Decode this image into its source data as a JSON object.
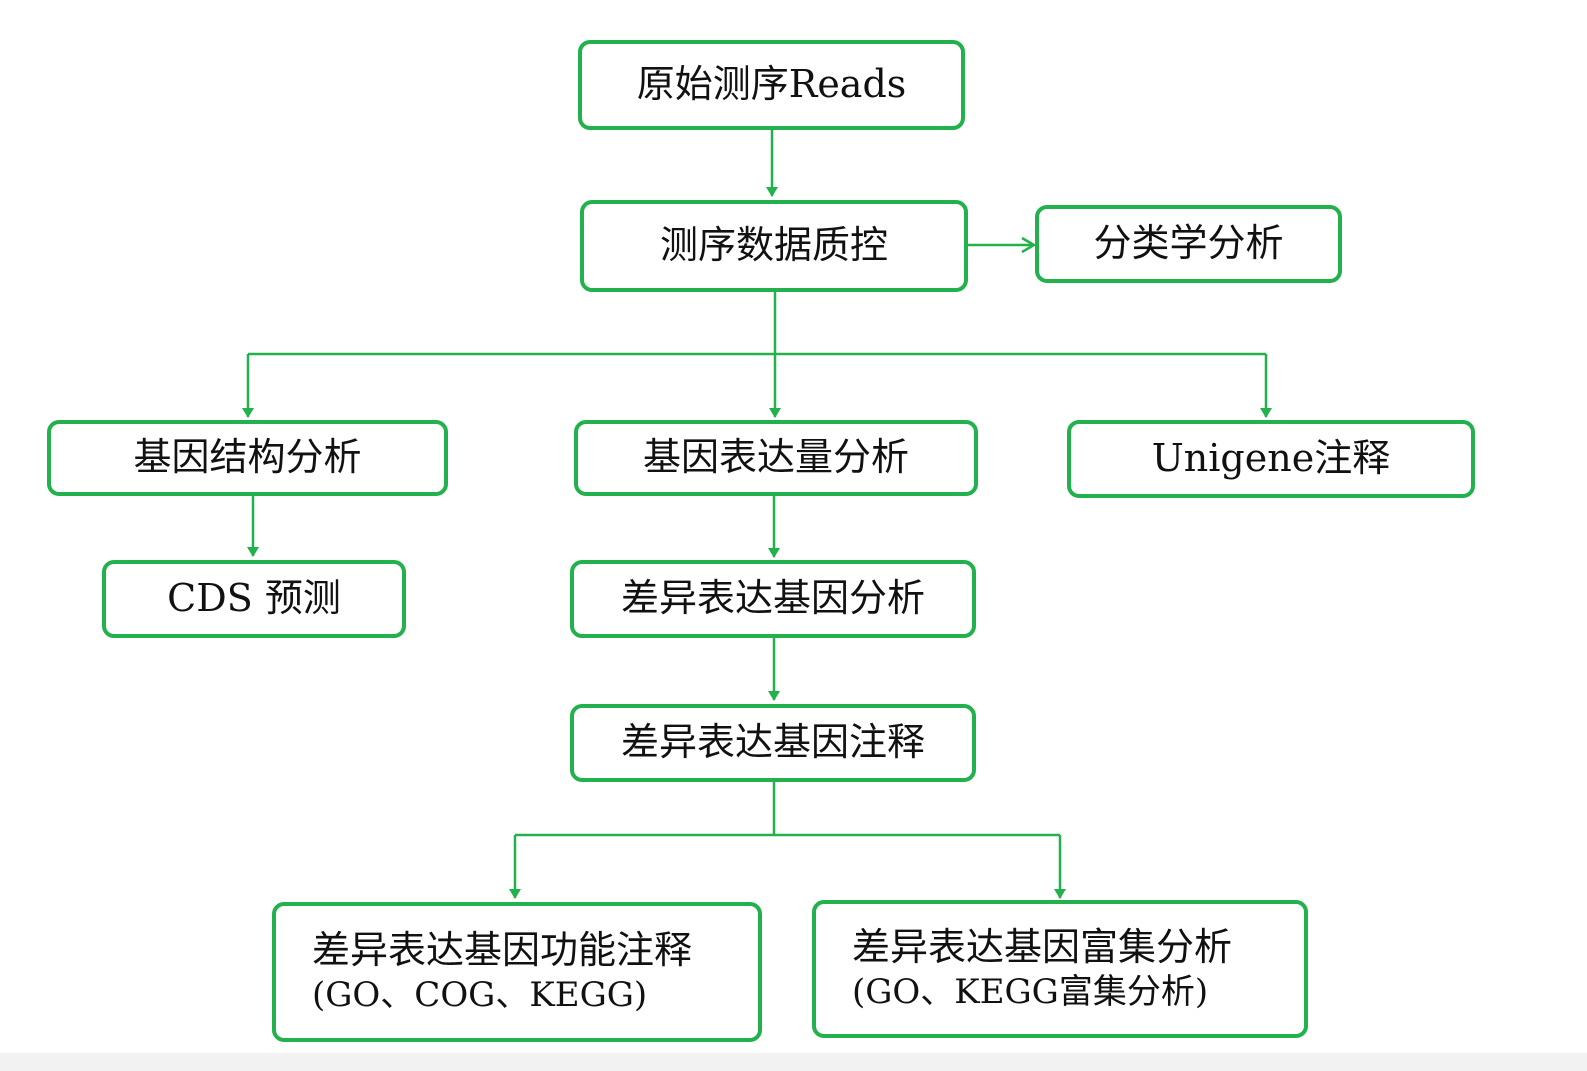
{
  "colors": {
    "accent": "#22b14c",
    "text": "#111111",
    "background": "#ffffff"
  },
  "nodes": {
    "raw_reads": "原始测序Reads",
    "qc": "测序数据质控",
    "taxonomy": "分类学分析",
    "gene_structure": "基因结构分析",
    "expression": "基因表达量分析",
    "unigene": "Unigene注释",
    "cds": "CDS 预测",
    "deg_analysis": "差异表达基因分析",
    "deg_annotation": "差异表达基因注释",
    "function_annotation": {
      "line1": "差异表达基因功能注释",
      "line2": "(GO、COG、KEGG)"
    },
    "enrichment": {
      "line1": "差异表达基因富集分析",
      "line2": "(GO、KEGG富集分析)"
    }
  }
}
